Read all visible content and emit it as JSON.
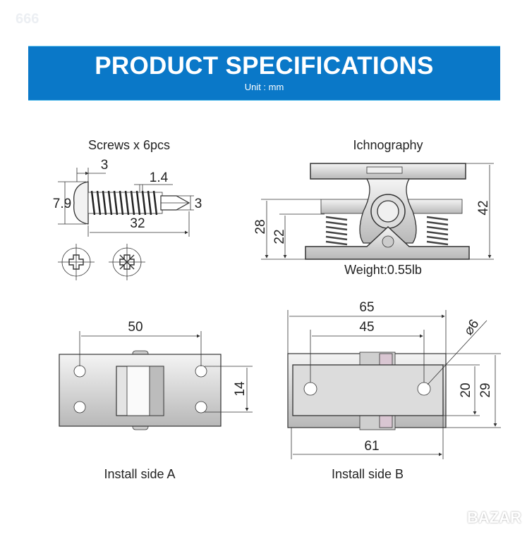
{
  "watermark_top": "666",
  "watermark_bottom": "BAZAR",
  "banner": {
    "title": "PRODUCT SPECIFICATIONS",
    "unit": "Unit : mm",
    "color": "#0a78c8"
  },
  "screws": {
    "title": "Screws x 6pcs",
    "head_width": "3",
    "thread_pitch": "1.4",
    "head_diameter": "7.9",
    "shank_diameter": "3",
    "length": "32"
  },
  "ichnography": {
    "title": "Ichnography",
    "height_total": "42",
    "height_arm": "28",
    "height_spring": "22",
    "weight": "Weight:0.55lb"
  },
  "side_a": {
    "label": "Install side A",
    "hole_spacing_x": "50",
    "hole_spacing_y": "14"
  },
  "side_b": {
    "label": "Install side B",
    "outer_width": "65",
    "hole_spacing": "45",
    "hole_diameter": "⌀6",
    "inner_width": "61",
    "inner_height": "20",
    "outer_height": "29"
  }
}
